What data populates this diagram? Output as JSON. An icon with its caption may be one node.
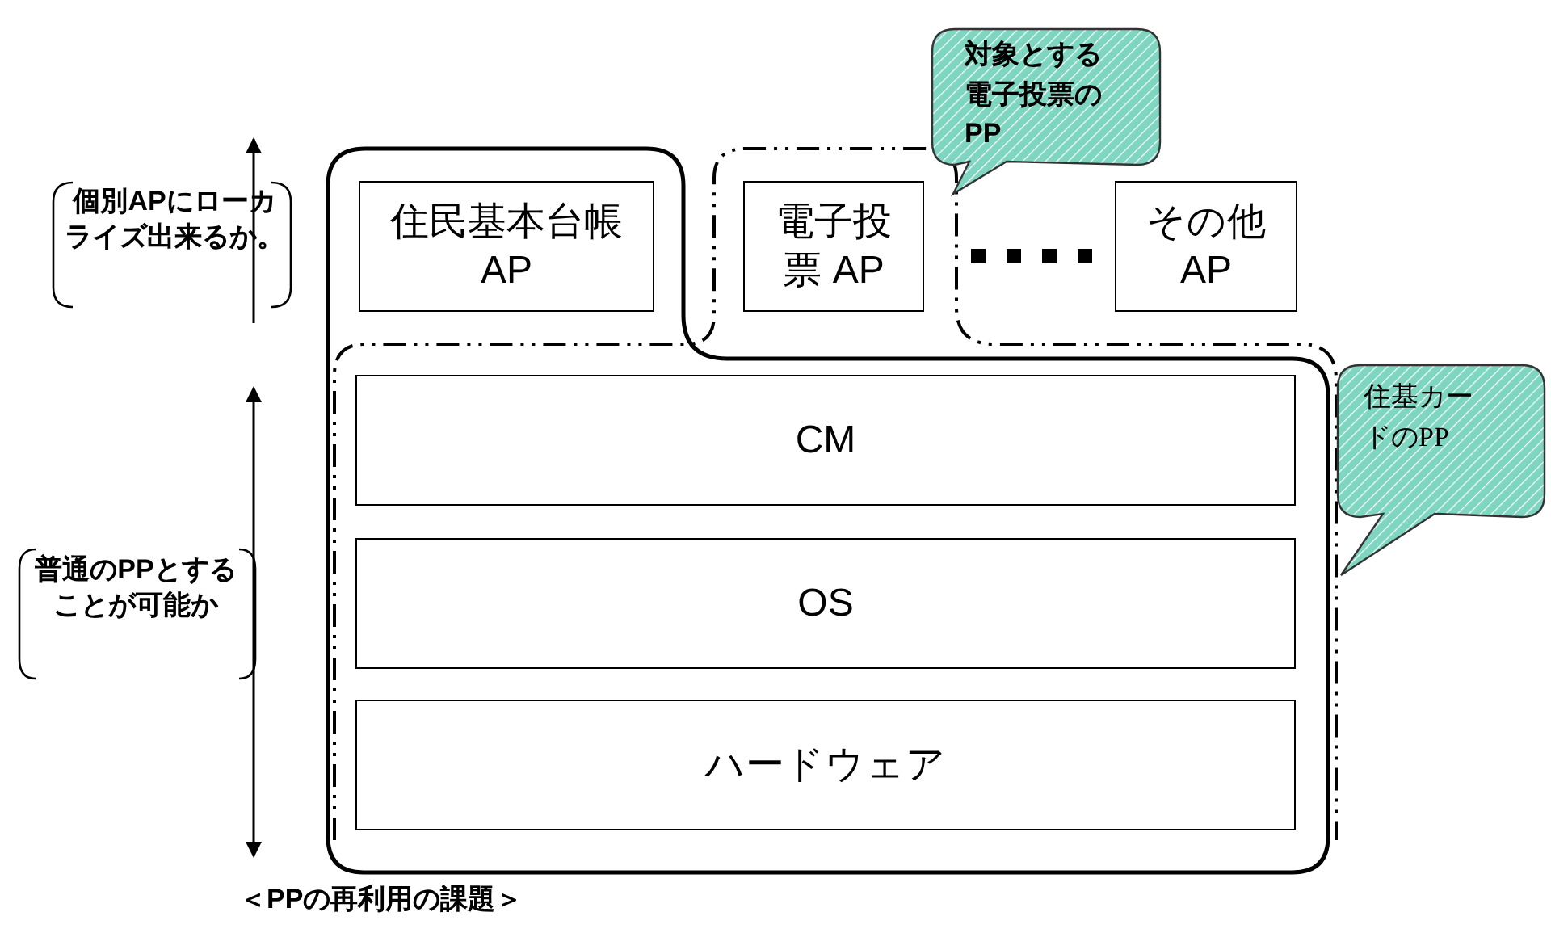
{
  "diagram": {
    "caption": "＜PPの再利用の課題＞",
    "nodes": [
      {
        "text": [
          "対象とする電子投票のPP"
        ]
      },
      {
        "text": [
          "住民基本台帳 AP"
        ]
      },
      {
        "text": [
          "電子投票 AP"
        ]
      },
      {
        "text": [
          "その他 AP"
        ]
      },
      {
        "text": [
          "住基カードのPP"
        ]
      },
      {
        "text": [
          "CM"
        ]
      },
      {
        "text": [
          "OS"
        ]
      },
      {
        "text": [
          "ハードウェア"
        ]
      }
    ],
    "labels": [
      "個別APにローカライズ出来るか。",
      "普通のPPとすることが可能か"
    ]
  }
}
